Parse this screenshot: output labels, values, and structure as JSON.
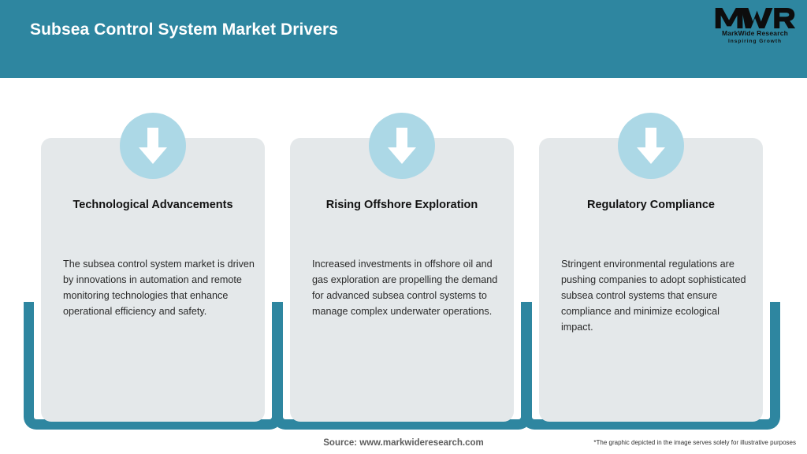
{
  "header": {
    "title": "Subsea Control System Market Drivers",
    "background_color": "#2e86a0",
    "title_color": "#ffffff"
  },
  "logo": {
    "mark": "MWR",
    "name": "MarkWide Research",
    "tagline": "Inspiring Growth"
  },
  "theme": {
    "accent_teal": "#2e86a0",
    "icon_circle_blue": "#acd8e6",
    "card_background": "#e4e8ea",
    "arrow_color": "#ffffff",
    "page_background": "#ffffff"
  },
  "cards": [
    {
      "icon": "arrow-down-icon",
      "title": "Technological Advancements",
      "body": "The subsea control system market is driven by innovations in automation and remote monitoring technologies that enhance operational efficiency and safety."
    },
    {
      "icon": "arrow-down-icon",
      "title": "Rising Offshore Exploration",
      "body": "Increased investments in offshore oil and gas exploration are propelling the demand for advanced subsea control systems to manage complex underwater operations."
    },
    {
      "icon": "arrow-down-icon",
      "title": "Regulatory Compliance",
      "body": "Stringent environmental regulations are pushing companies to adopt sophisticated subsea control systems that ensure compliance and minimize ecological impact."
    }
  ],
  "footer": {
    "source": "Source: www.markwideresearch.com",
    "disclaimer": "*The graphic depicted in the image serves solely for illustrative purposes"
  }
}
